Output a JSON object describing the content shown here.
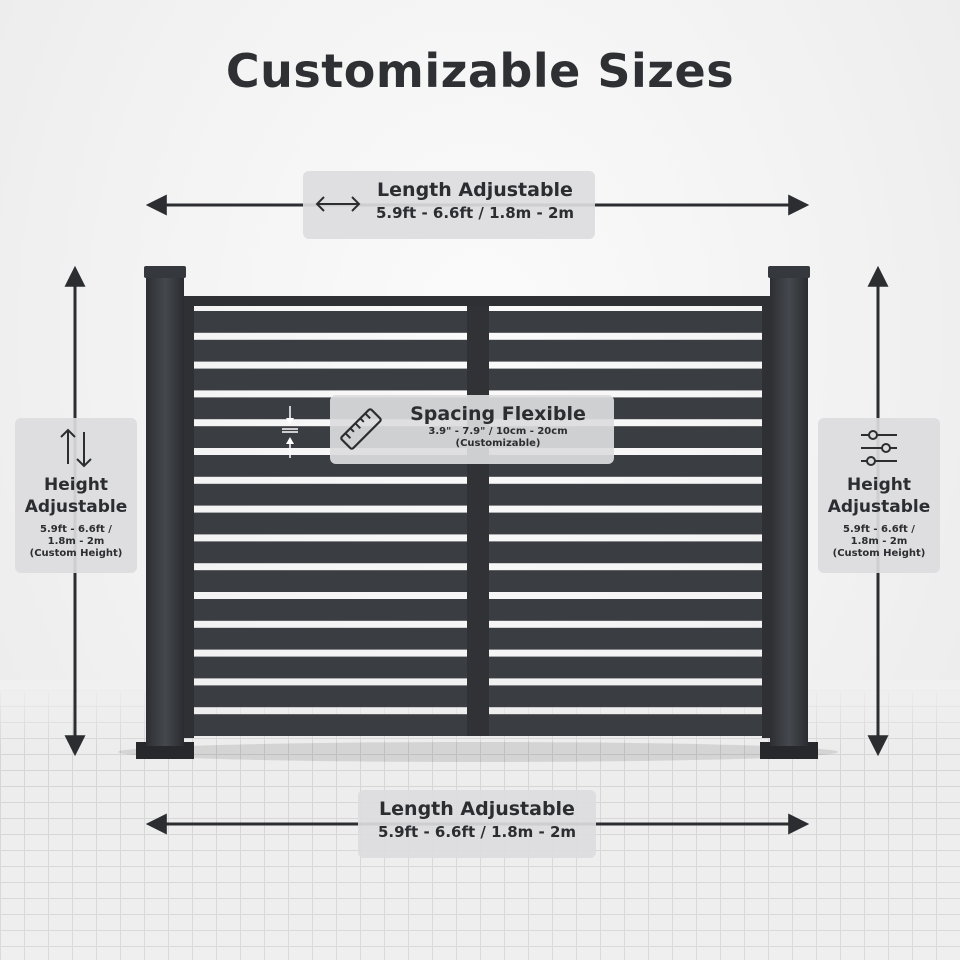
{
  "title": "Customizable Sizes",
  "length_top": {
    "heading": "Length Adjustable",
    "range": "5.9ft - 6.6ft / 1.8m - 2m",
    "icon": "double-arrow-horizontal-icon"
  },
  "length_bottom": {
    "heading": "Length Adjustable",
    "range": "5.9ft - 6.6ft / 1.8m - 2m"
  },
  "spacing": {
    "heading": "Spacing Flexible",
    "range": "3.9\" - 7.9\" / 10cm - 20cm",
    "note": "(Customizable)",
    "icon": "ruler-icon"
  },
  "height_left": {
    "heading_line1": "Height",
    "heading_line2": "Adjustable",
    "range_line1": "5.9ft - 6.6ft /",
    "range_line2": "1.8m - 2m",
    "range_line3": "(Custom Height)",
    "icon": "up-down-arrows-icon"
  },
  "height_right": {
    "heading_line1": "Height",
    "heading_line2": "Adjustable",
    "range_line1": "5.9ft - 6.6ft /",
    "range_line2": "1.8m - 2m",
    "range_line3": "(Custom Height)",
    "icon": "sliders-icon"
  },
  "colors": {
    "fence": "#3a3d42",
    "fence_dark": "#2a2c30",
    "text": "#2b2d31",
    "label_bg": "#dcdcde"
  }
}
